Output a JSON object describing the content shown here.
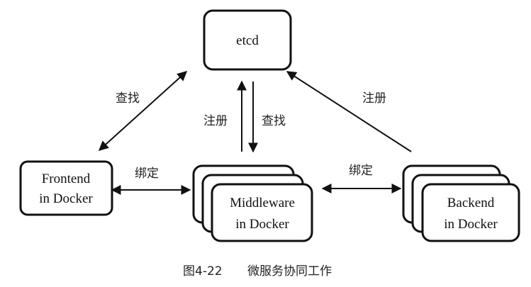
{
  "nodes": {
    "etcd": {
      "label": "etcd"
    },
    "frontend": {
      "line1": "Frontend",
      "line2": "in Docker"
    },
    "middleware": {
      "line1": "Middleware",
      "line2": "in Docker"
    },
    "backend": {
      "line1": "Backend",
      "line2": "in Docker"
    }
  },
  "edges": {
    "frontend_etcd": "查找",
    "middleware_register": "注册",
    "middleware_lookup": "查找",
    "backend_register": "注册",
    "frontend_middleware_bind": "绑定",
    "middleware_backend_bind": "绑定"
  },
  "caption": {
    "figure_number": "图4-22",
    "title": "微服务协同工作"
  }
}
